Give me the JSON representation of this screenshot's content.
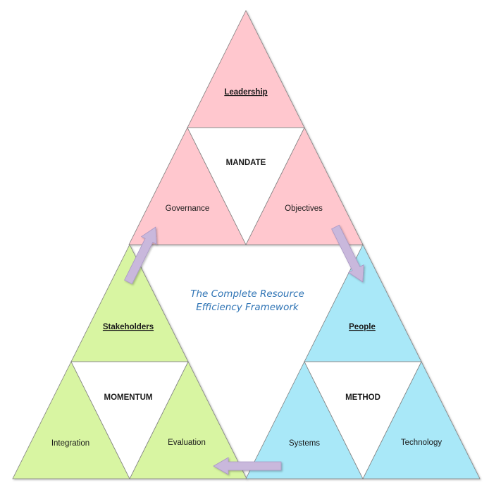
{
  "title_line1": "The Complete Resource",
  "title_line2": "Efficiency Framework",
  "colors": {
    "pink": "#ffc7ce",
    "green": "#d8f5a2",
    "blue": "#a9e8f8",
    "arrow": "#c9b8dc",
    "title": "#2f74b5"
  },
  "groups": {
    "top": {
      "center": "MANDATE",
      "apex": "Leadership",
      "left": "Governance",
      "right": "Objectives"
    },
    "left": {
      "center": "MOMENTUM",
      "apex": "Stakeholders",
      "left": "Integration",
      "right": "Evaluation"
    },
    "right": {
      "center": "METHOD",
      "apex": "People",
      "left": "Systems",
      "right": "Technology"
    }
  }
}
